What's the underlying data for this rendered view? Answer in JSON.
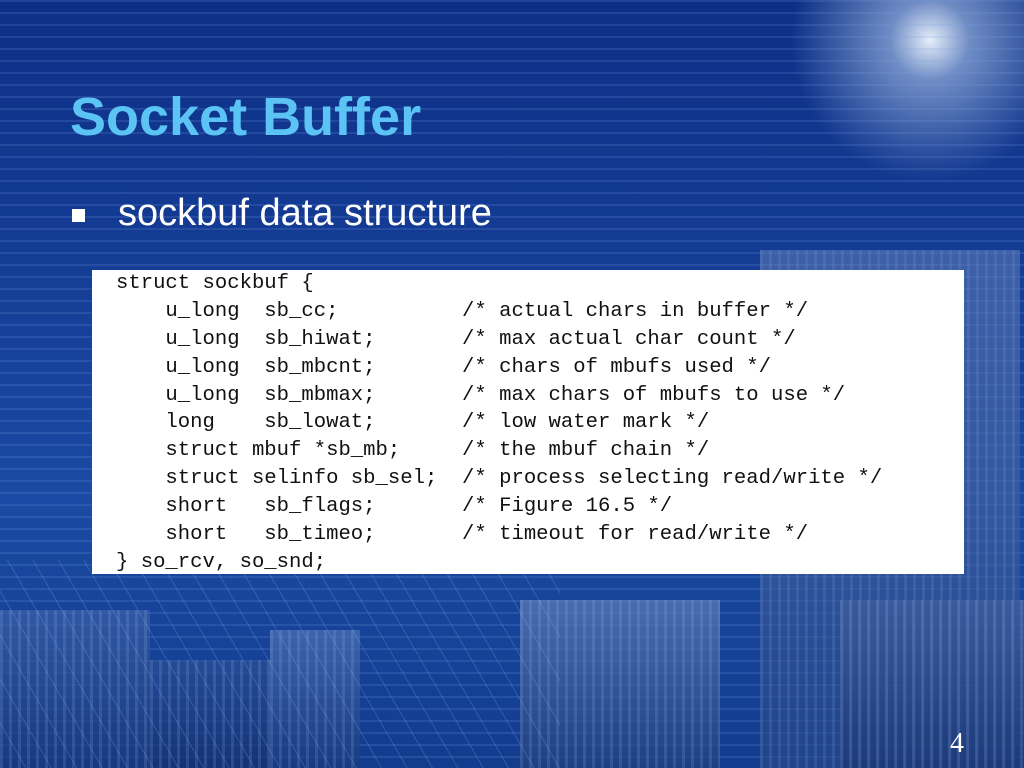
{
  "slide": {
    "title": "Socket Buffer",
    "bullets": [
      {
        "text": "sockbuf data structure"
      }
    ],
    "code_lines": [
      "struct sockbuf {",
      "    u_long  sb_cc;          /* actual chars in buffer */",
      "    u_long  sb_hiwat;       /* max actual char count */",
      "    u_long  sb_mbcnt;       /* chars of mbufs used */",
      "    u_long  sb_mbmax;       /* max chars of mbufs to use */",
      "    long    sb_lowat;       /* low water mark */",
      "    struct mbuf *sb_mb;     /* the mbuf chain */",
      "    struct selinfo sb_sel;  /* process selecting read/write */",
      "    short   sb_flags;       /* Figure 16.5 */",
      "    short   sb_timeo;       /* timeout for read/write */",
      "} so_rcv, so_snd;"
    ],
    "page_number": "4"
  },
  "colors": {
    "title": "#5bc4f5",
    "background": "#163f98",
    "text": "#ffffff",
    "code_background": "#ffffff",
    "code_text": "#111111"
  }
}
